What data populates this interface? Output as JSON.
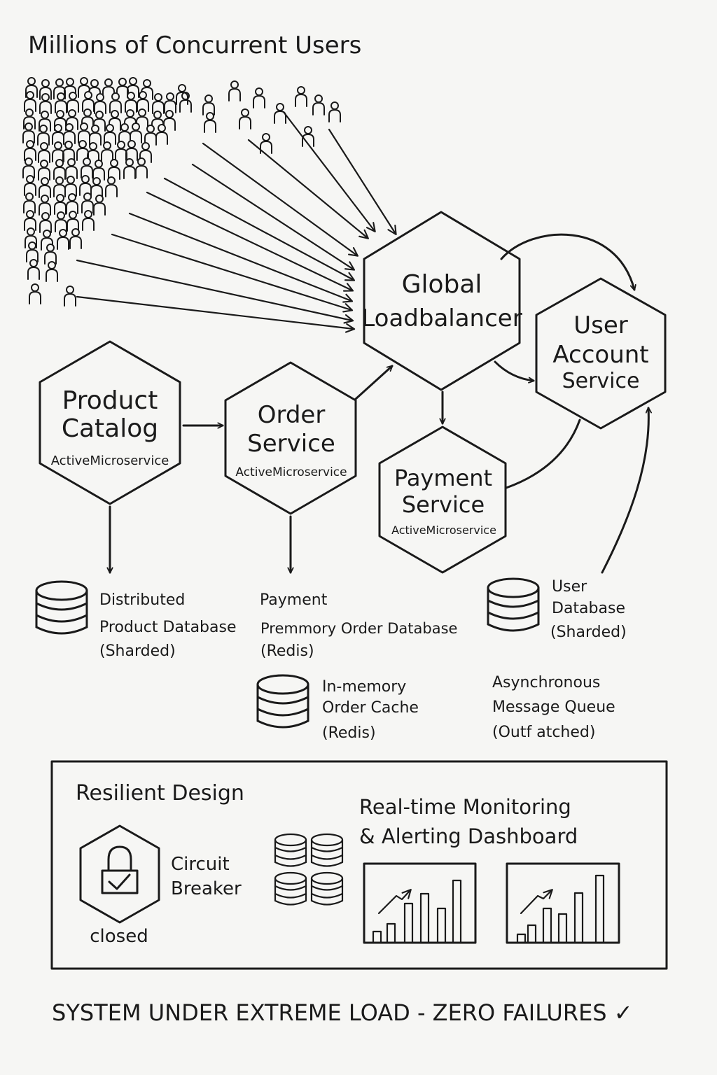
{
  "title": "Millions of Concurrent Users",
  "nodes": {
    "global_lb": {
      "line1": "Global",
      "line2": "Loadbalancer"
    },
    "user_account": {
      "line1": "User",
      "line2": "Account",
      "line3": "Service"
    },
    "product_catalog": {
      "line1": "Product",
      "line2": "Catalog",
      "sub": "ActiveMicroservice"
    },
    "order_service": {
      "line1": "Order",
      "line2": "Service",
      "sub": "ActiveMicroservice"
    },
    "payment_service": {
      "line1": "Payment",
      "line2": "Service",
      "sub": "ActiveMicroservice"
    }
  },
  "stores": {
    "product_db": {
      "line1": "Distributed",
      "line2": "Product Database",
      "line3": "(Sharded)"
    },
    "order_db": {
      "line1": "Payment",
      "line2": "Premmory Order Database",
      "line3": "(Redis)"
    },
    "order_cache": {
      "line1": "In-memory",
      "line2": "Order Cache",
      "line3": "(Redis)"
    },
    "user_db": {
      "line1": "User",
      "line2": "Database",
      "line3": "(Sharded)"
    },
    "message_queue": {
      "line1": "Asynchronous",
      "line2": "Message Queue",
      "line3": "(Outf atched)"
    }
  },
  "resilience": {
    "heading": "Resilient Design",
    "breaker_line1": "Circuit",
    "breaker_line2": "Breaker",
    "breaker_state": "closed",
    "monitor_line1": "Real-time Monitoring",
    "monitor_line2": "& Alerting Dashboard"
  },
  "footer": "SYSTEM UNDER EXTREME LOAD - ZERO FAILURES ✓",
  "icons": {
    "users": "person-icon",
    "database": "database-icon",
    "lock": "lock-check-icon",
    "chart": "bar-chart-icon"
  }
}
